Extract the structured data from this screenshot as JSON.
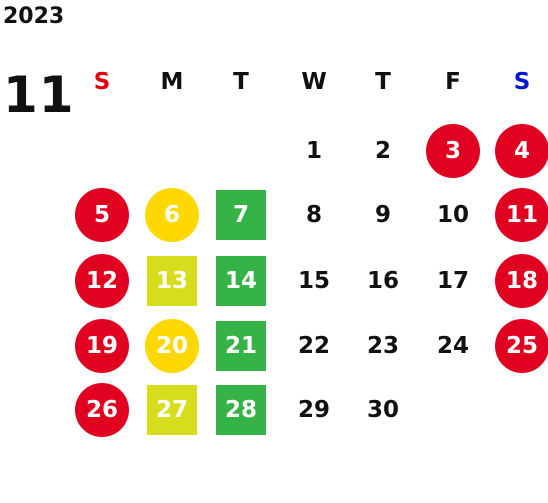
{
  "calendar": {
    "year": "2023",
    "month": "11",
    "weekdays": [
      {
        "label": "S",
        "color": "#e00012"
      },
      {
        "label": "M",
        "color": "#111111"
      },
      {
        "label": "T",
        "color": "#111111"
      },
      {
        "label": "W",
        "color": "#111111"
      },
      {
        "label": "T",
        "color": "#111111"
      },
      {
        "label": "F",
        "color": "#111111"
      },
      {
        "label": "S",
        "color": "#0018d0"
      }
    ],
    "colors": {
      "red": "#e0001f",
      "yellow": "#fed800",
      "green": "#35b347",
      "lime": "#d5dd1c",
      "text": "#111111"
    },
    "weeks": [
      [
        {
          "day": "",
          "style": "empty"
        },
        {
          "day": "",
          "style": "empty"
        },
        {
          "day": "",
          "style": "empty"
        },
        {
          "day": "1",
          "style": "plain"
        },
        {
          "day": "2",
          "style": "plain"
        },
        {
          "day": "3",
          "style": "circle-red"
        },
        {
          "day": "4",
          "style": "circle-red"
        }
      ],
      [
        {
          "day": "5",
          "style": "circle-red"
        },
        {
          "day": "6",
          "style": "circle-yellow"
        },
        {
          "day": "7",
          "style": "square-green"
        },
        {
          "day": "8",
          "style": "plain"
        },
        {
          "day": "9",
          "style": "plain"
        },
        {
          "day": "10",
          "style": "plain"
        },
        {
          "day": "11",
          "style": "circle-red"
        }
      ],
      [
        {
          "day": "12",
          "style": "circle-red"
        },
        {
          "day": "13",
          "style": "square-lime"
        },
        {
          "day": "14",
          "style": "square-green"
        },
        {
          "day": "15",
          "style": "plain"
        },
        {
          "day": "16",
          "style": "plain"
        },
        {
          "day": "17",
          "style": "plain"
        },
        {
          "day": "18",
          "style": "circle-red"
        }
      ],
      [
        {
          "day": "19",
          "style": "circle-red"
        },
        {
          "day": "20",
          "style": "circle-yellow"
        },
        {
          "day": "21",
          "style": "square-green"
        },
        {
          "day": "22",
          "style": "plain"
        },
        {
          "day": "23",
          "style": "plain"
        },
        {
          "day": "24",
          "style": "plain"
        },
        {
          "day": "25",
          "style": "circle-red"
        }
      ],
      [
        {
          "day": "26",
          "style": "circle-red"
        },
        {
          "day": "27",
          "style": "square-lime"
        },
        {
          "day": "28",
          "style": "square-green"
        },
        {
          "day": "29",
          "style": "plain"
        },
        {
          "day": "30",
          "style": "plain"
        },
        {
          "day": "",
          "style": "empty"
        },
        {
          "day": "",
          "style": "empty"
        }
      ]
    ]
  }
}
